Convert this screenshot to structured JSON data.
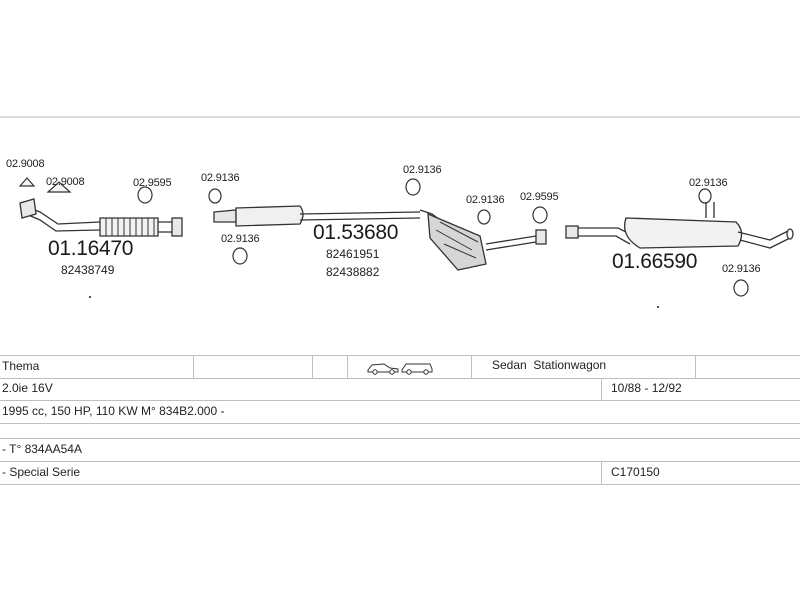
{
  "diagram": {
    "gasket_labels": {
      "g1": "02.9008",
      "g2": "02.9008",
      "g3": "02.9595",
      "g4": "02.9136",
      "g5": "02.9136",
      "g6": "02.9136",
      "g7": "02.9136",
      "g8": "02.9595",
      "g9": "02.9136",
      "g10": "02.9136"
    },
    "parts": {
      "front_pipe": {
        "number": "01.16470",
        "oem": [
          "82438749"
        ]
      },
      "middle_silencer": {
        "number": "01.53680",
        "oem": [
          "82461951",
          "82438882"
        ]
      },
      "rear_silencer": {
        "number": "01.66590",
        "oem": []
      }
    }
  },
  "table": {
    "row1": {
      "model": "Thema",
      "body_types": "Sedan  Stationwagon"
    },
    "row2": {
      "engine": "2.0ie 16V",
      "years": "10/88 - 12/92"
    },
    "row3": {
      "specs": "1995 cc, 150 HP, 110 KW M° 834B2.000 -"
    },
    "row4": {
      "type": "- T° 834AA54A"
    },
    "row5": {
      "series": "- Special Serie",
      "code": "C170150"
    }
  }
}
